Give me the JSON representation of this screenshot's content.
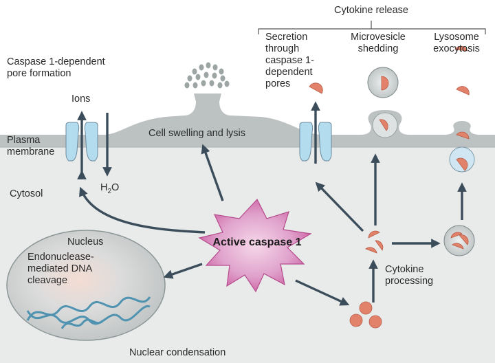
{
  "labels": {
    "cytokine_release": "Cytokine release",
    "pore_formation": "Caspase 1-dependent\npore formation",
    "ions": "Ions",
    "plasma_membrane": "Plasma\nmembrane",
    "cytosol": "Cytosol",
    "h2o_main": "H",
    "h2o_sub": "2",
    "h2o_end": "O",
    "swelling": "Cell swelling and lysis",
    "secretion": "Secretion\nthrough\ncaspase 1-\ndependent\npores",
    "microvesicle": "Microvesicle\nshedding",
    "lysosome": "Lysosome\nexocytosis",
    "active_caspase": "Active caspase 1",
    "nucleus": "Nucleus",
    "dna_cleavage": "Endonuclease-\nmediated DNA\ncleavage",
    "nuclear_condensation": "Nuclear condensation",
    "cytokine_processing": "Cytokine\nprocessing"
  },
  "colors": {
    "membrane": "#bcc2c2",
    "cytosol": "#e9ebeb",
    "arrow": "#3b4d5a",
    "caspase_fill": "#c8509a",
    "cytokine": "#e2826a",
    "pore": "#b4dcef",
    "dna": "#4f93b1",
    "nucleus": "#c5c8c8"
  }
}
